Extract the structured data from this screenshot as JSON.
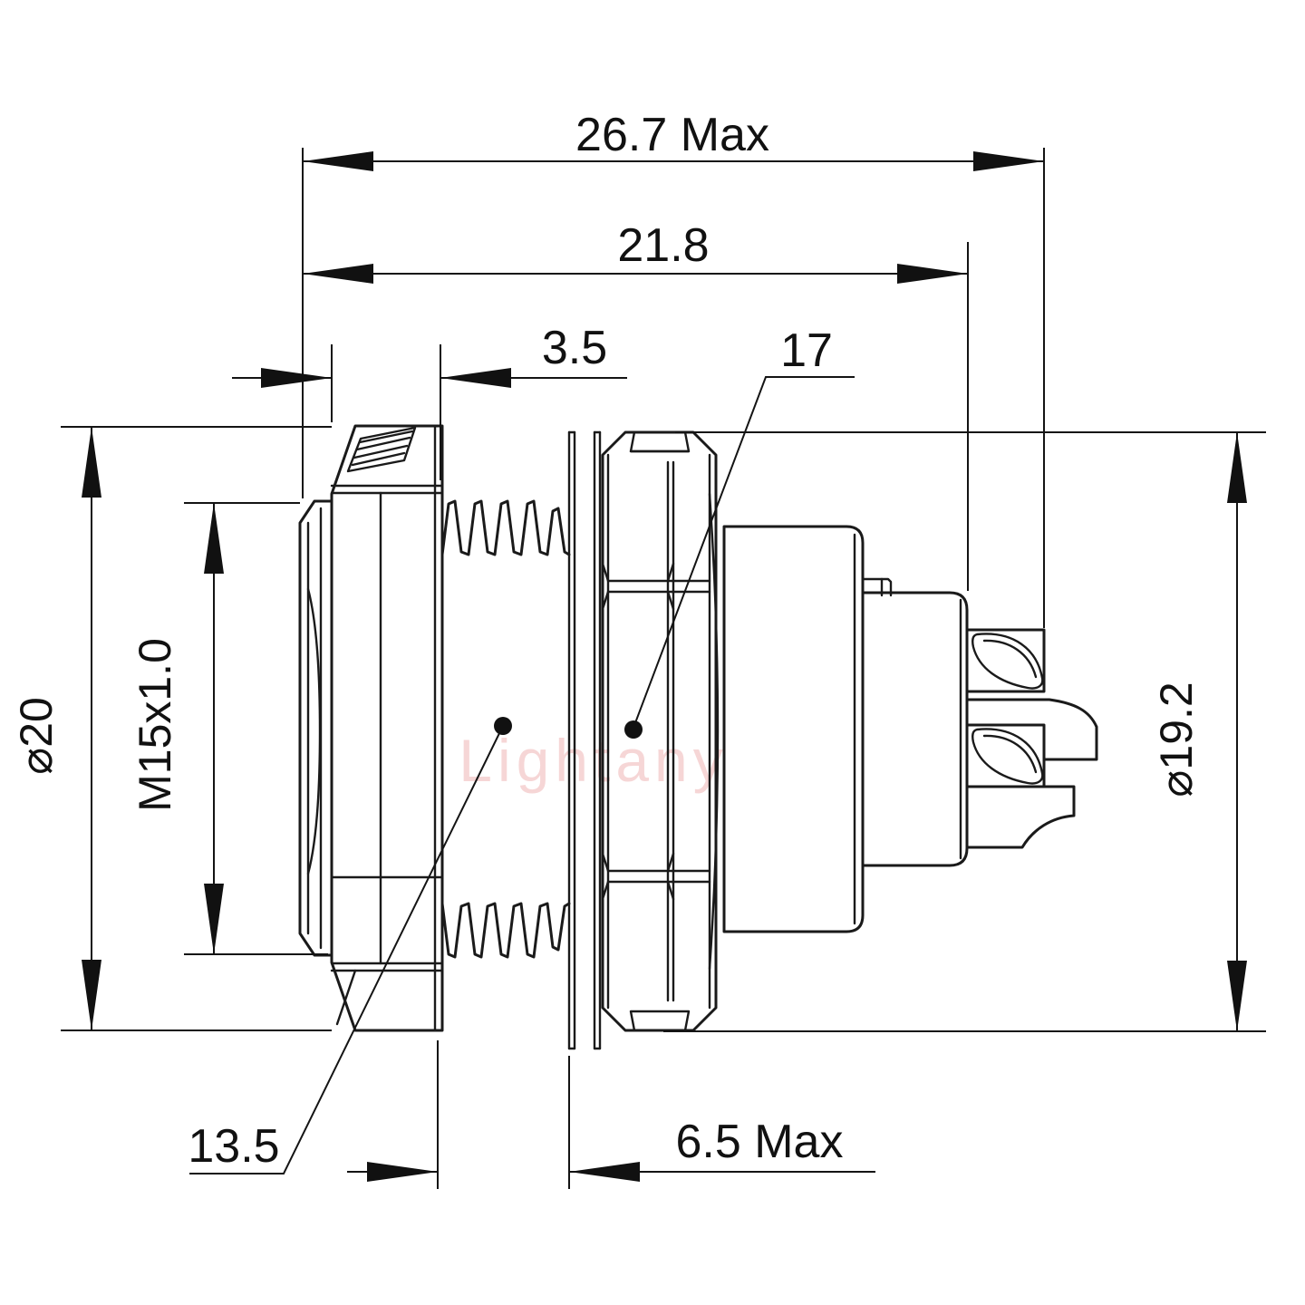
{
  "watermark": "Lightany",
  "dimensions": {
    "overall_length": "26.7 Max",
    "body_length": "21.8",
    "front_section": "3.5",
    "hex_flats": "17",
    "thread_length": "13.5",
    "panel_standoff": "6.5 Max",
    "front_diameter": "⌀20",
    "thread_spec": "M15x1.0",
    "nut_diameter": "⌀19.2"
  }
}
